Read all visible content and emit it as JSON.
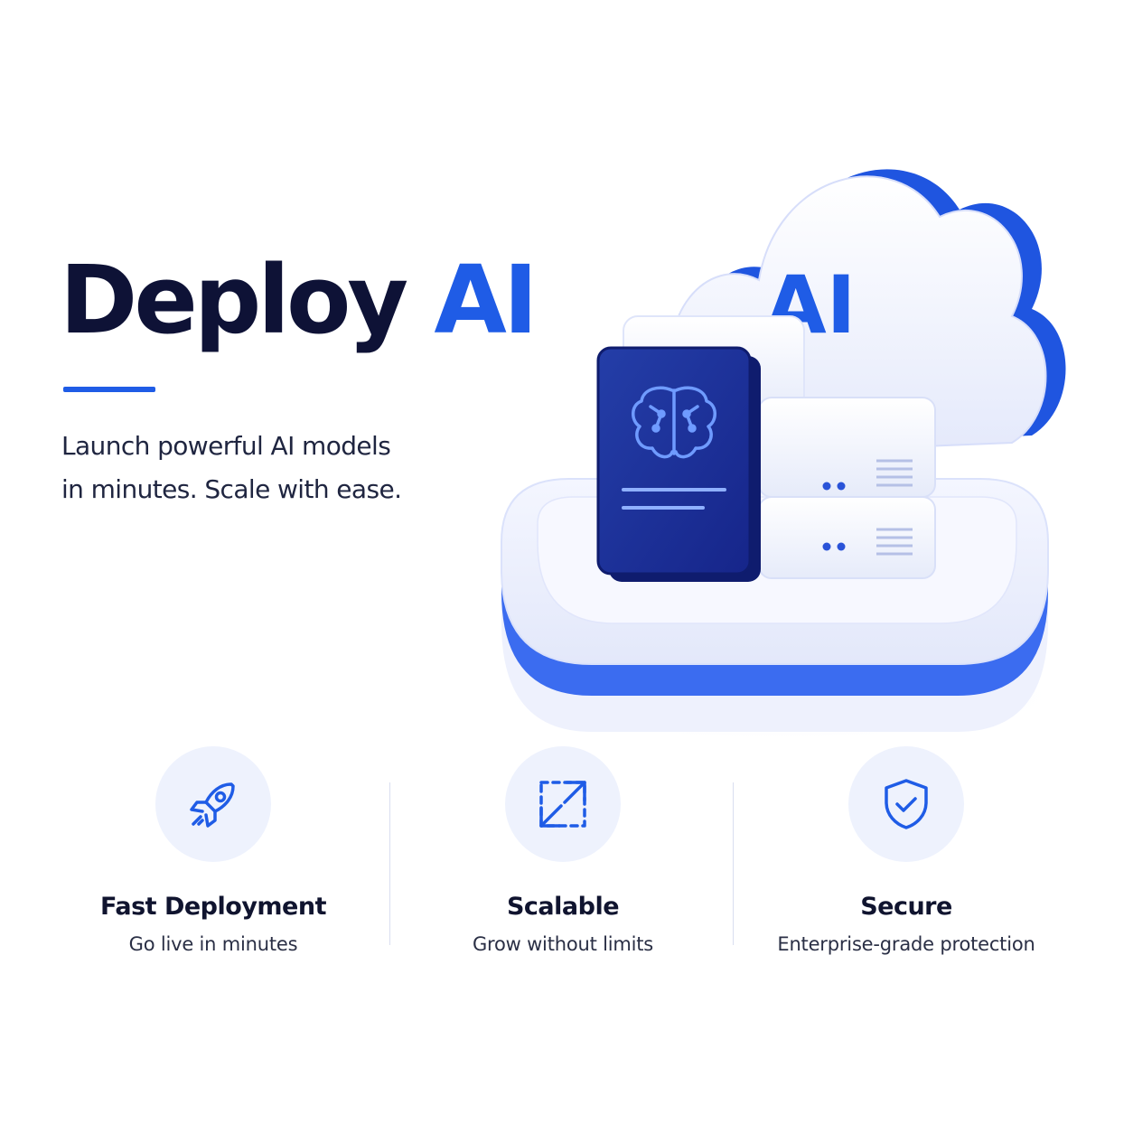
{
  "hero": {
    "title_main": "Deploy",
    "title_accent": "AI",
    "subtitle_line1": "Launch powerful AI models",
    "subtitle_line2": "in minutes. Scale with ease."
  },
  "illustration": {
    "cloud_label": "AI",
    "icons": [
      "cloud-icon",
      "brain-icon",
      "server-icon"
    ]
  },
  "features": [
    {
      "icon": "rocket-icon",
      "title": "Fast Deployment",
      "description": "Go live in minutes"
    },
    {
      "icon": "expand-arrows-icon",
      "title": "Scalable",
      "description": "Grow without limits"
    },
    {
      "icon": "shield-check-icon",
      "title": "Secure",
      "description": "Enterprise-grade protection"
    }
  ],
  "colors": {
    "accent": "#1f5ce6",
    "navy": "#1b2f9a",
    "text_dark": "#0e1236",
    "icon_bg": "#eef2fd"
  }
}
